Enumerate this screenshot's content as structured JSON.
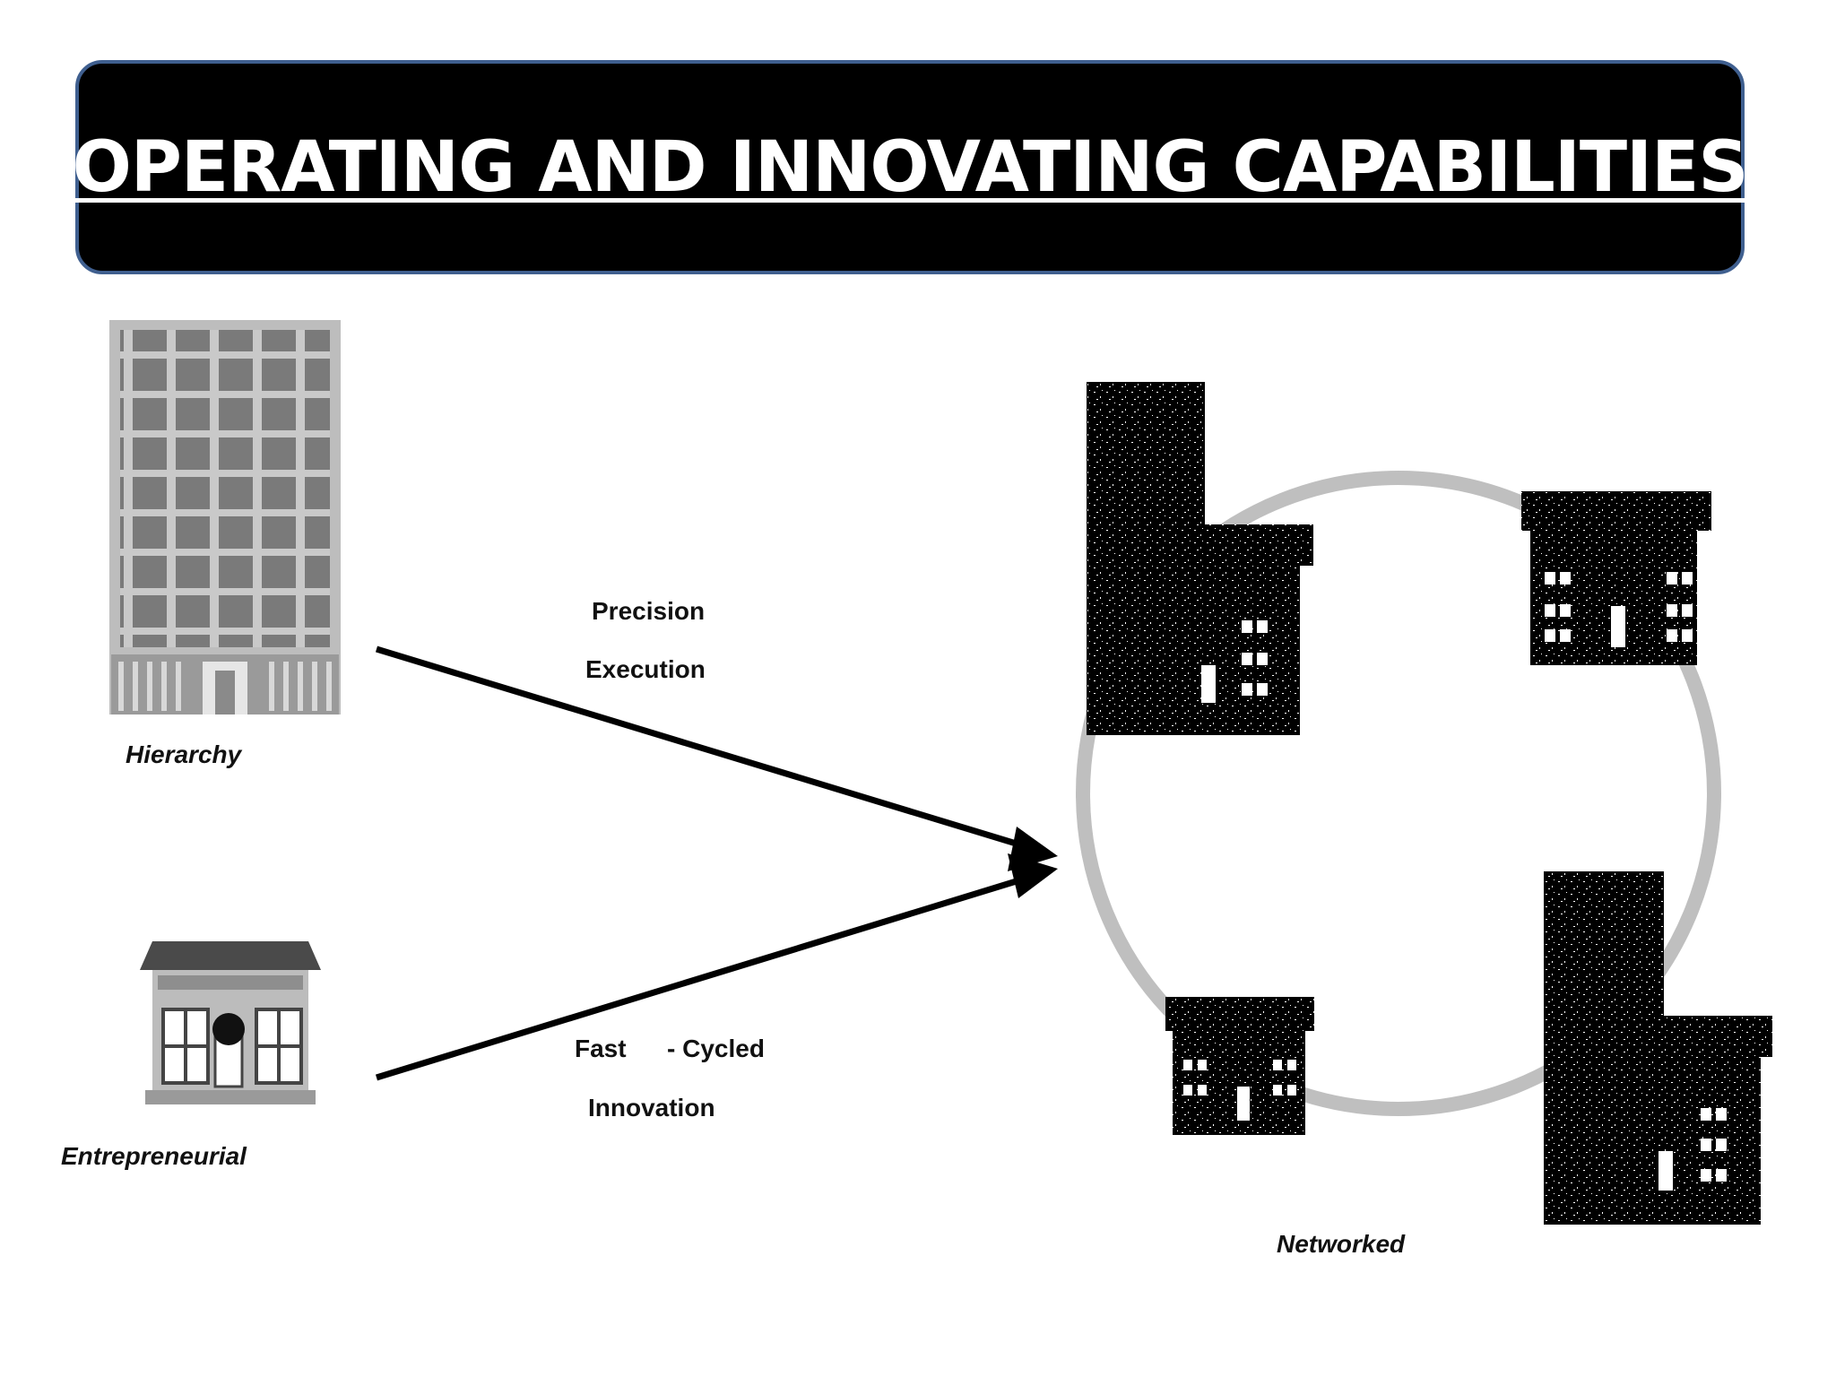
{
  "title": "OPERATING AND INNOVATING CAPABILITIES",
  "nodes": {
    "hierarchy": "Hierarchy",
    "entrepreneurial": "Entrepreneurial",
    "networked": "Networked"
  },
  "flows": {
    "top": {
      "line1": "Precision",
      "line2": "Execution"
    },
    "bottom": {
      "line1a": "Fast",
      "line1b": "- Cycled",
      "line2": "Innovation"
    }
  }
}
